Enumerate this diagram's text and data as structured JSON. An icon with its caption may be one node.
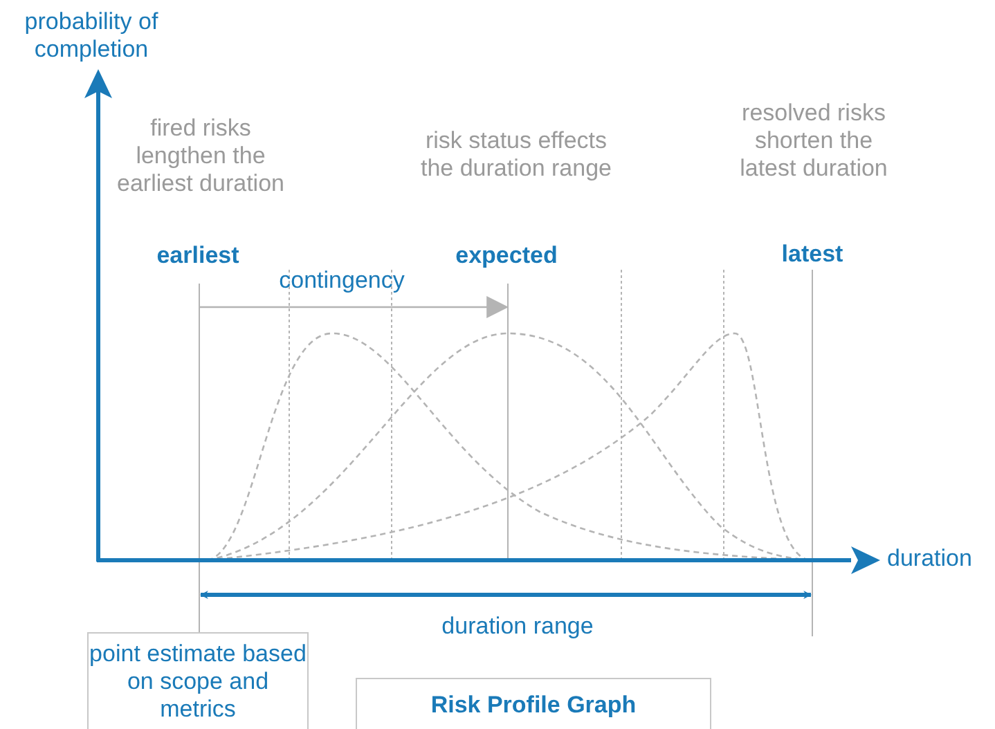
{
  "diagram": {
    "nodes": [
      {
        "text": [
          "point estimate based on scope and metrics"
        ]
      },
      {
        "text": [
          "Risk Profile Graph"
        ]
      }
    ],
    "labels": [
      "probability of completion",
      "fired risks lengthen the earliest duration",
      "risk status effects the duration range",
      "resolved risks shorten the latest duration",
      "earliest",
      "expected",
      "latest",
      "contingency",
      "duration",
      "duration range"
    ]
  }
}
